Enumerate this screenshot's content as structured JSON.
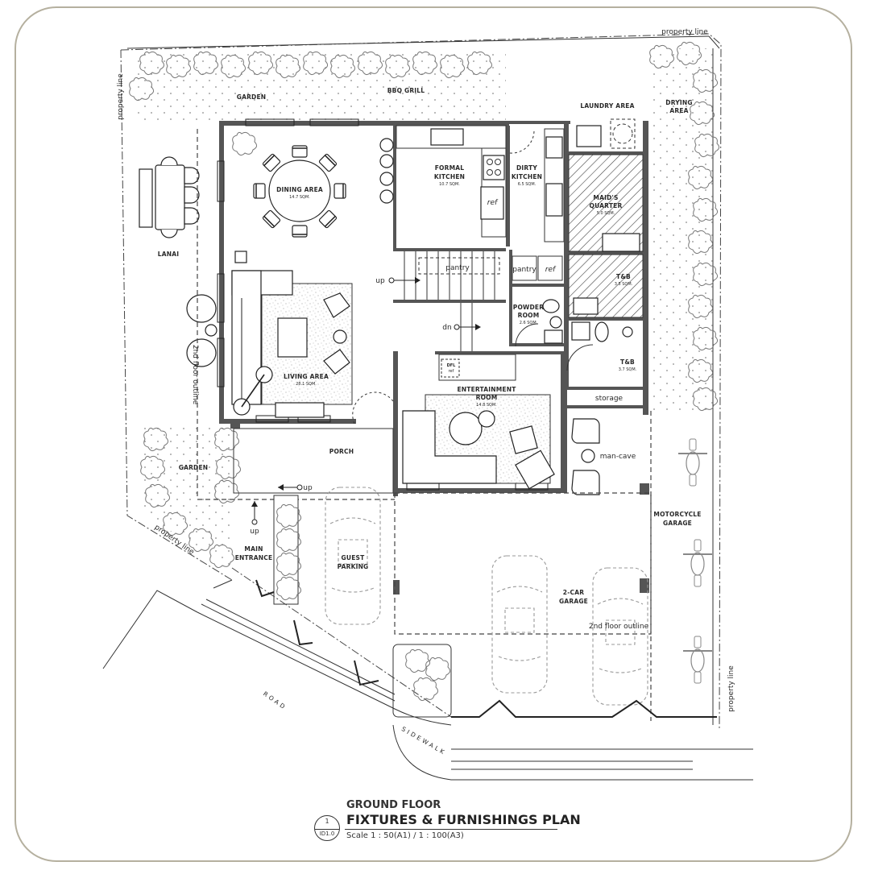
{
  "frame": {
    "border_color": "#b5b09f"
  },
  "title_block": {
    "subtitle": "GROUND FLOOR",
    "title": "FIXTURES & FURNISHINGS PLAN",
    "scale": "Scale 1 : 50(A1) / 1 : 100(A3)",
    "detail_number": "1",
    "sheet_number": "ID1.0"
  },
  "site": {
    "property_line_top": "property line",
    "property_line_left": "property line",
    "property_line_diag": "property line",
    "property_line_right": "property line",
    "road": "ROAD",
    "sidewalk": "SIDEWALK",
    "second_floor_outline_left": "2nd floor outline",
    "second_floor_outline_garage": "2nd floor outline"
  },
  "rooms": {
    "garden_top": {
      "name": "GARDEN"
    },
    "bbq_grill": {
      "name": "BBQ GRILL"
    },
    "laundry_area": {
      "name": "LAUNDRY AREA"
    },
    "drying_area": {
      "name_1": "DRYING",
      "name_2": "AREA"
    },
    "lanai": {
      "name": "LANAI"
    },
    "dining_area": {
      "name": "DINING AREA",
      "area": "14.7 SQM."
    },
    "formal_kitchen": {
      "name_1": "FORMAL",
      "name_2": "KITCHEN",
      "area": "10.7 SQM."
    },
    "dirty_kitchen": {
      "name_1": "DIRTY",
      "name_2": "KITCHEN",
      "area": "6.5 SQM."
    },
    "maids_quarter": {
      "name_1": "MAID'S",
      "name_2": "QUARTER",
      "area": "5.0 SQM."
    },
    "tb_maid": {
      "name": "T&B",
      "area": "3.5 SQM."
    },
    "powder_room": {
      "name_1": "POWDER",
      "name_2": "ROOM",
      "area": "2.6 SQM."
    },
    "tb_main": {
      "name": "T&B",
      "area": "3.7 SQM."
    },
    "storage": {
      "name": "storage"
    },
    "living_area": {
      "name": "LIVING AREA",
      "area": "28.1 SQM."
    },
    "entertainment_room": {
      "name_1": "ENTERTAINMENT",
      "name_2": "ROOM",
      "area": "14.8 SQM."
    },
    "man_cave": {
      "name": "man-cave"
    },
    "porch": {
      "name": "PORCH"
    },
    "garden_left": {
      "name": "GARDEN"
    },
    "main_entrance": {
      "name_1": "MAIN",
      "name_2": "ENTRANCE"
    },
    "guest_parking": {
      "name_1": "GUEST",
      "name_2": "PARKING"
    },
    "two_car_garage": {
      "name_1": "2-CAR",
      "name_2": "GARAGE"
    },
    "motorcycle_garage": {
      "name_1": "MOTORCYCLE",
      "name_2": "GARAGE"
    }
  },
  "fixtures": {
    "pantry_stair": "pantry",
    "pantry_kitchen": "pantry",
    "ref_formal": "ref",
    "ref_dirty": "ref",
    "ref_entertainment_1": "DFL",
    "ref_entertainment_2": "ref",
    "stair_up": "up",
    "stair_dn": "dn",
    "porch_up": "up",
    "entrance_up": "up"
  }
}
